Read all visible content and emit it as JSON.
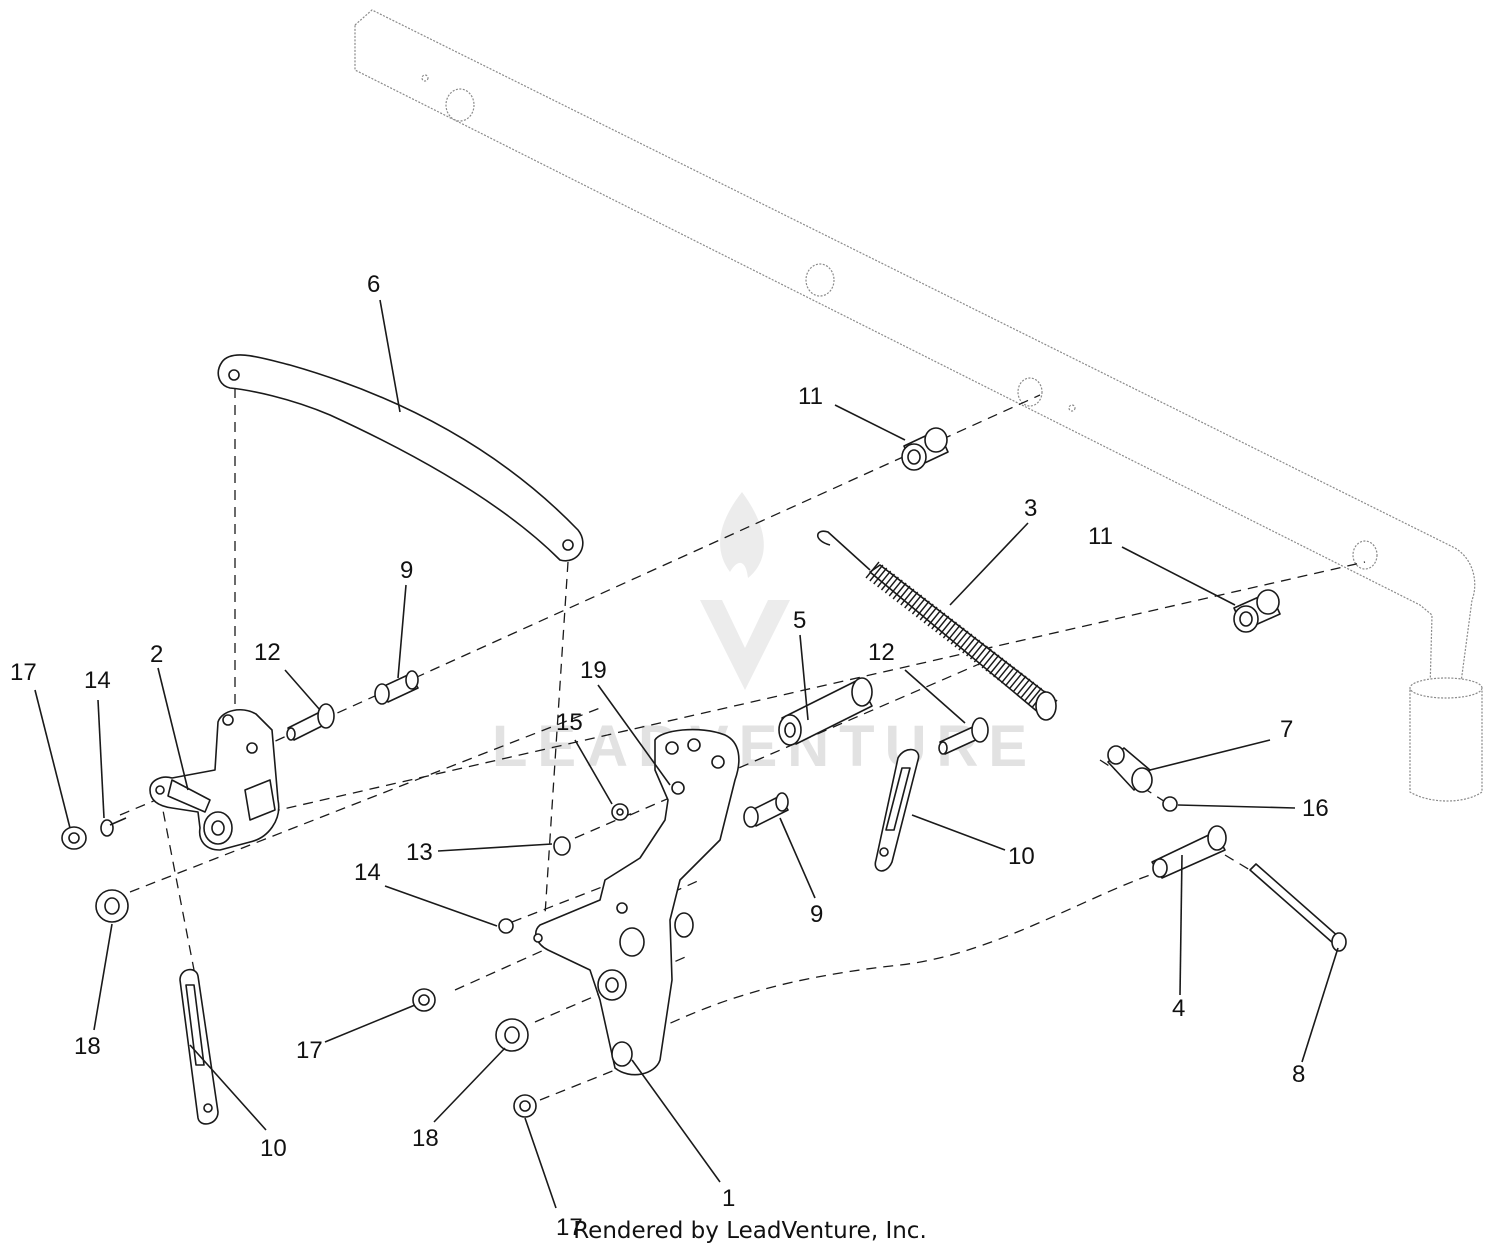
{
  "watermark": {
    "text": "LEADVENTURE"
  },
  "footer": {
    "text": "Rendered by LeadVenture, Inc."
  },
  "callouts": [
    {
      "id": "c-6",
      "label": "6"
    },
    {
      "id": "c-11a",
      "label": "11"
    },
    {
      "id": "c-11b",
      "label": "11"
    },
    {
      "id": "c-3",
      "label": "3"
    },
    {
      "id": "c-9a",
      "label": "9"
    },
    {
      "id": "c-9b",
      "label": "9"
    },
    {
      "id": "c-5",
      "label": "5"
    },
    {
      "id": "c-12a",
      "label": "12"
    },
    {
      "id": "c-12b",
      "label": "12"
    },
    {
      "id": "c-2",
      "label": "2"
    },
    {
      "id": "c-17a",
      "label": "17"
    },
    {
      "id": "c-17b",
      "label": "17"
    },
    {
      "id": "c-17c",
      "label": "17"
    },
    {
      "id": "c-14a",
      "label": "14"
    },
    {
      "id": "c-14b",
      "label": "14"
    },
    {
      "id": "c-19",
      "label": "19"
    },
    {
      "id": "c-15",
      "label": "15"
    },
    {
      "id": "c-13",
      "label": "13"
    },
    {
      "id": "c-7",
      "label": "7"
    },
    {
      "id": "c-16",
      "label": "16"
    },
    {
      "id": "c-10a",
      "label": "10"
    },
    {
      "id": "c-10b",
      "label": "10"
    },
    {
      "id": "c-4",
      "label": "4"
    },
    {
      "id": "c-8",
      "label": "8"
    },
    {
      "id": "c-18a",
      "label": "18"
    },
    {
      "id": "c-18b",
      "label": "18"
    },
    {
      "id": "c-1",
      "label": "1"
    }
  ]
}
